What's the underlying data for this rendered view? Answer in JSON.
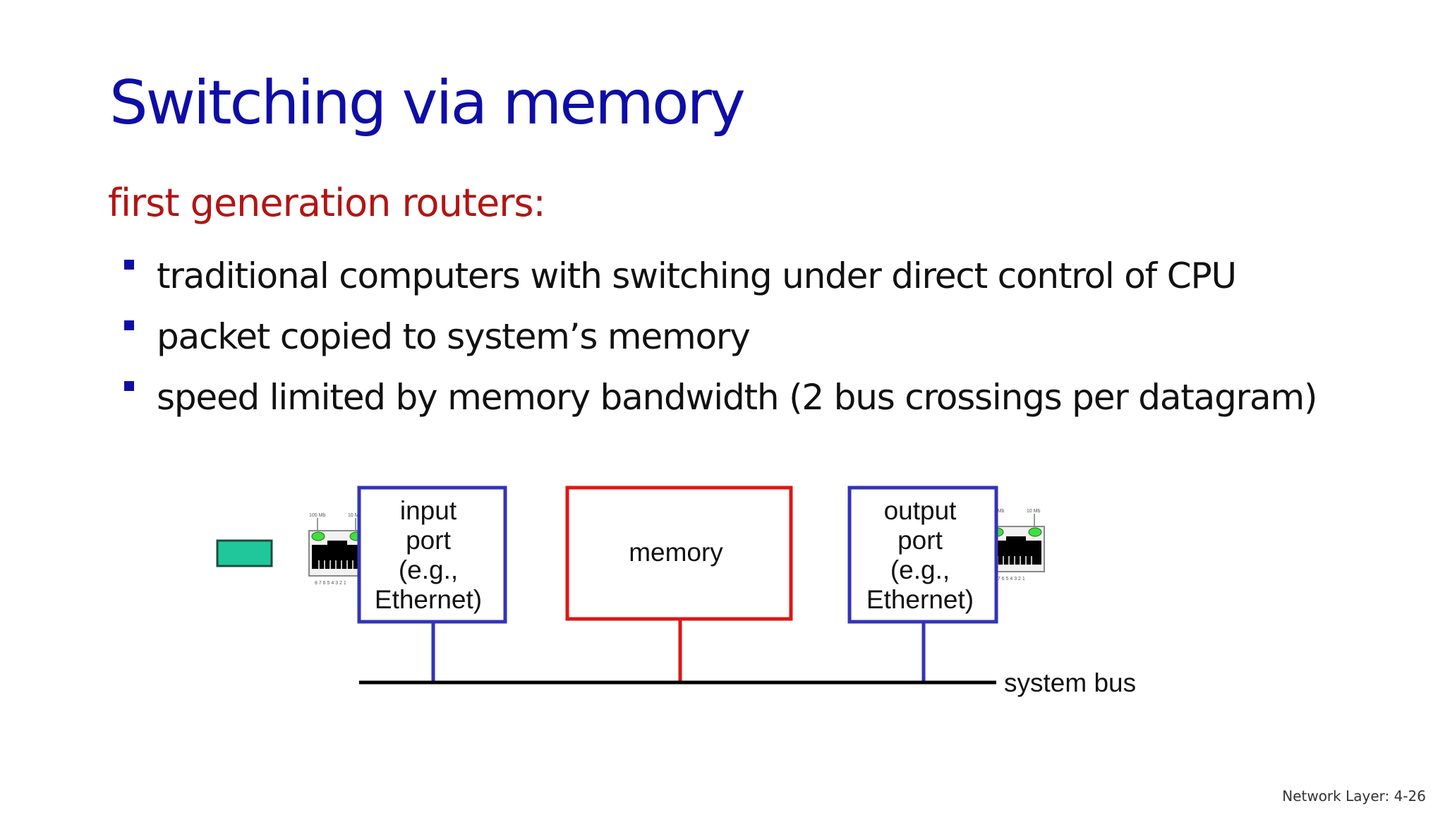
{
  "slide": {
    "title": "Switching via memory",
    "subtitle": "first generation routers:",
    "bullets": [
      "traditional computers with switching under direct control of CPU",
      "packet copied to system’s memory",
      "speed limited by memory bandwidth (2 bus crossings per datagram)"
    ],
    "footer": "Network Layer: 4-26"
  },
  "diagram": {
    "input_port": [
      "input",
      "port",
      "(e.g.,",
      "Ethernet)"
    ],
    "memory": "memory",
    "output_port": [
      "output",
      "port",
      "(e.g.,",
      "Ethernet)"
    ],
    "bus_label": "system bus",
    "jack_led_left": "100 Mb",
    "jack_led_right": "10 Mb",
    "jack_pins": "8 7 6 5 4 3 2 1"
  },
  "colors": {
    "title": "#0e0ea6",
    "subtitle": "#b31414",
    "port_box": "#3333bb",
    "memory_box": "#e01515",
    "packet": "#1fc79a",
    "led": "#3ee03e"
  }
}
